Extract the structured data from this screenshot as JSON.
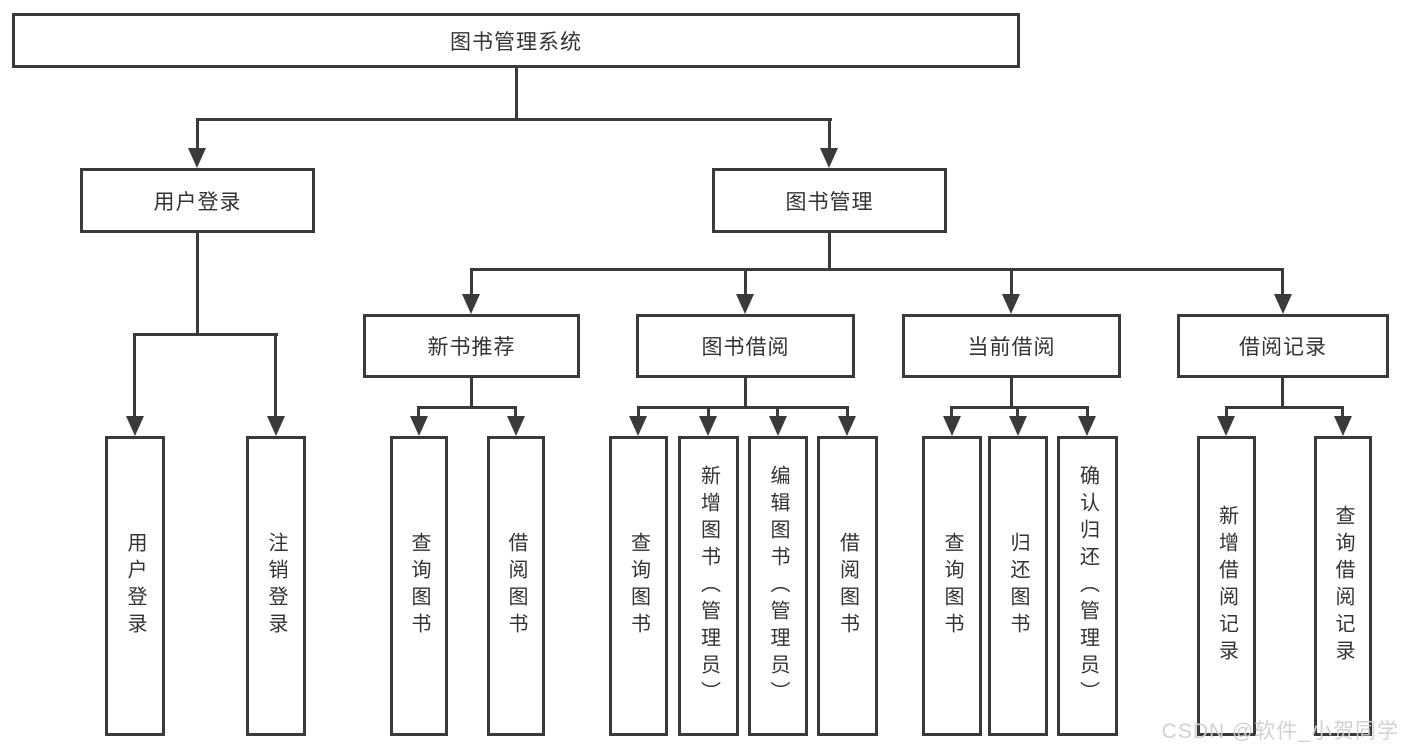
{
  "tree": {
    "root": "图书管理系统",
    "children": [
      {
        "label": "用户登录",
        "children": [
          {
            "label": "用户登录"
          },
          {
            "label": "注销登录"
          }
        ]
      },
      {
        "label": "图书管理",
        "children": [
          {
            "label": "新书推荐",
            "children": [
              {
                "label": "查询图书"
              },
              {
                "label": "借阅图书"
              }
            ]
          },
          {
            "label": "图书借阅",
            "children": [
              {
                "label": "查询图书"
              },
              {
                "label": "新增图书（管理员）"
              },
              {
                "label": "编辑图书（管理员）"
              },
              {
                "label": "借阅图书"
              }
            ]
          },
          {
            "label": "当前借阅",
            "children": [
              {
                "label": "查询图书"
              },
              {
                "label": "归还图书"
              },
              {
                "label": "确认归还（管理员）"
              }
            ]
          },
          {
            "label": "借阅记录",
            "children": [
              {
                "label": "新增借阅记录"
              },
              {
                "label": "查询借阅记录"
              }
            ]
          }
        ]
      }
    ]
  },
  "watermark": "CSDN @软件_小贺同学",
  "colors": {
    "line": "#3a3a3a",
    "box_border": "#3a3a3a",
    "box_fill": "#ffffff",
    "text": "#333333",
    "watermark": "#d3ccd3",
    "background": "#ffffff"
  }
}
